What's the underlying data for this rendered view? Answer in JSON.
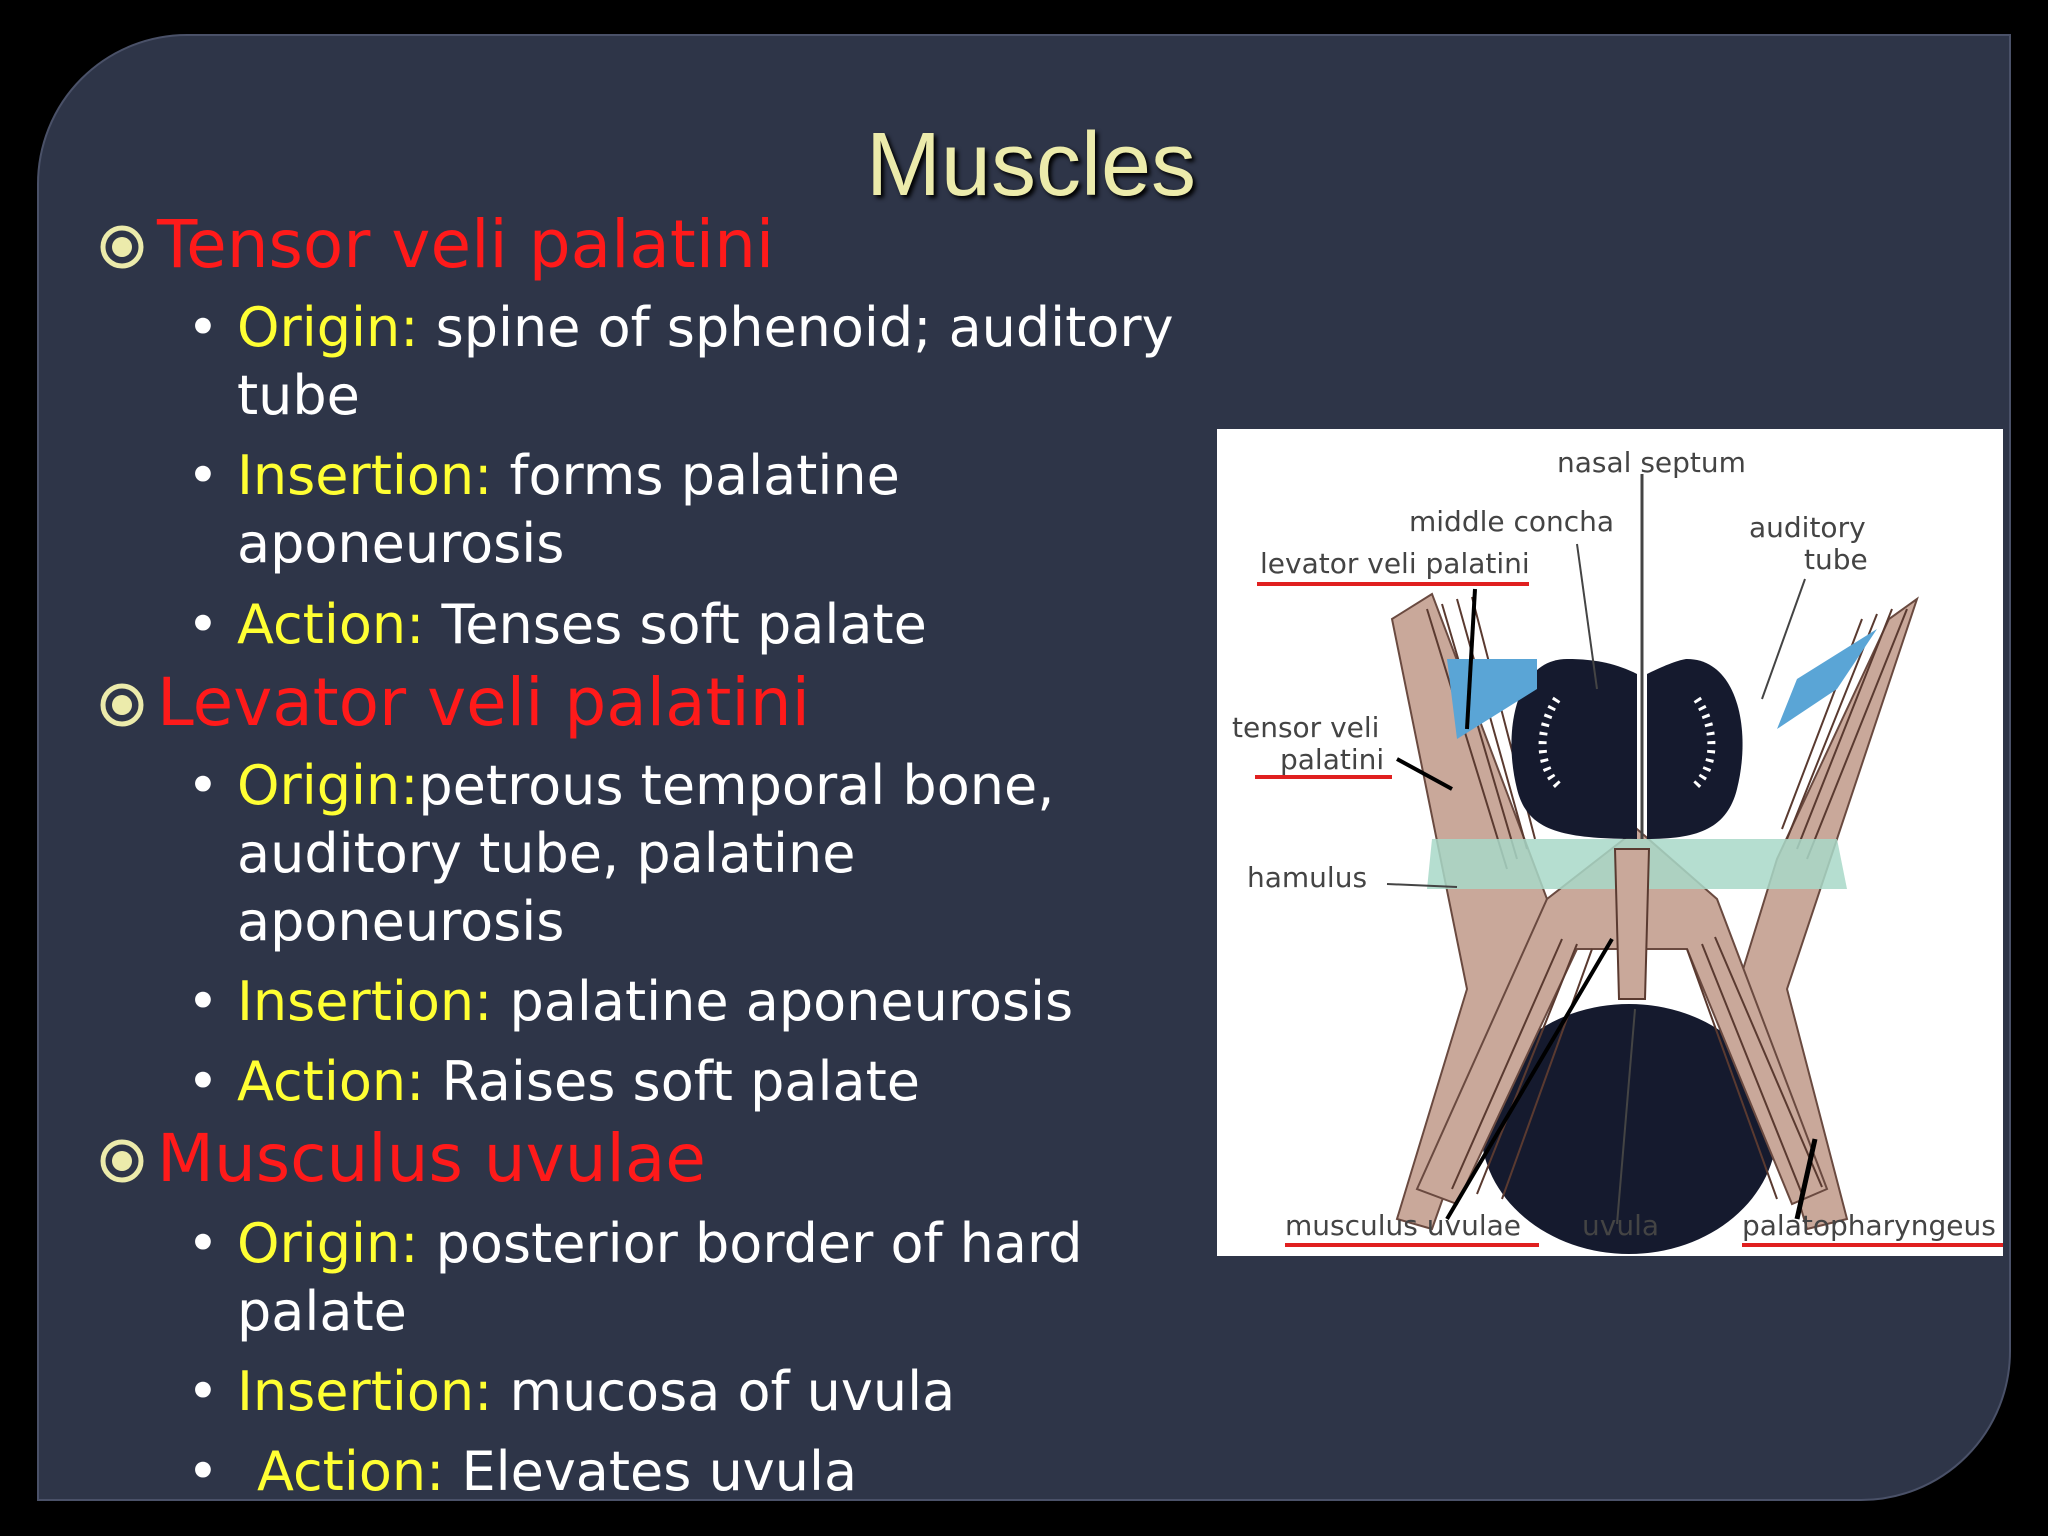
{
  "slide": {
    "title": "Muscles",
    "sections": [
      {
        "heading": "Tensor veli palatini",
        "items": [
          {
            "key": "Origin:",
            "value": " spine of sphenoid; auditory tube"
          },
          {
            "key": "Insertion:",
            "value": " forms palatine aponeurosis"
          },
          {
            "key": "Action:",
            "value": " Tenses soft palate"
          }
        ]
      },
      {
        "heading": "Levator veli palatini",
        "items": [
          {
            "key": "Origin:",
            "value": "petrous temporal bone, auditory tube, palatine aponeurosis"
          },
          {
            "key": "Insertion:",
            "value": " palatine aponeurosis"
          },
          {
            "key": "Action:",
            "value": " Raises soft palate"
          }
        ]
      },
      {
        "heading": "Musculus uvulae",
        "items": [
          {
            "key": "Origin:",
            "value": " posterior border of hard palate"
          },
          {
            "key": "Insertion:",
            "value": " mucosa of uvula"
          },
          {
            "key": "Action:",
            "value": " Elevates uvula"
          }
        ]
      }
    ]
  },
  "figure": {
    "labels": {
      "nasal_septum": "nasal septum",
      "middle_concha": "middle concha",
      "auditory_tube_1": "auditory",
      "auditory_tube_2": "tube",
      "levator": "levator veli palatini",
      "tensor_1": "tensor veli",
      "tensor_2": "palatini",
      "hamulus": "hamulus",
      "musculus_uvulae": "musculus uvulae",
      "uvula": "uvula",
      "palatopharyngeus": "palatopharyngeus"
    },
    "colors": {
      "muscle": "#c9a89a",
      "cavity": "#151a2e",
      "tube": "#5aa5d6",
      "underline": "#e02020",
      "aponeurosis": "#a8d8c8"
    }
  },
  "colors": {
    "background": "#2e3548",
    "heading": "#ff1a1a",
    "key": "#ffff33",
    "title": "#ecebab"
  }
}
